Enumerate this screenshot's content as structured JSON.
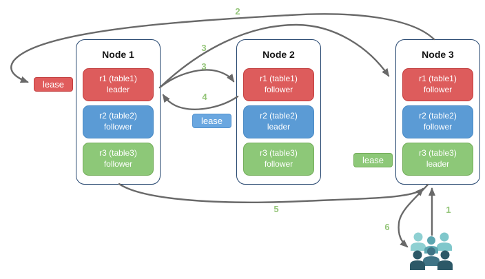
{
  "diagram": {
    "nodes": [
      {
        "title": "Node 1",
        "replicas": [
          {
            "name": "r1 (table1)",
            "role": "leader",
            "color": "#dd5c5c"
          },
          {
            "name": "r2 (table2)",
            "role": "follower",
            "color": "#5b9bd5"
          },
          {
            "name": "r3 (table3)",
            "role": "follower",
            "color": "#8dc878"
          }
        ]
      },
      {
        "title": "Node 2",
        "replicas": [
          {
            "name": "r1 (table1)",
            "role": "follower",
            "color": "#dd5c5c"
          },
          {
            "name": "r2 (table2)",
            "role": "leader",
            "color": "#5b9bd5"
          },
          {
            "name": "r3 (table3)",
            "role": "follower",
            "color": "#8dc878"
          }
        ]
      },
      {
        "title": "Node 3",
        "replicas": [
          {
            "name": "r1 (table1)",
            "role": "follower",
            "color": "#dd5c5c"
          },
          {
            "name": "r2 (table2)",
            "role": "follower",
            "color": "#5b9bd5"
          },
          {
            "name": "r3 (table3)",
            "role": "leader",
            "color": "#8dc878"
          }
        ]
      }
    ],
    "leases": [
      {
        "label": "lease",
        "color": "#e05c5c"
      },
      {
        "label": "lease",
        "color": "#6aa7e0"
      },
      {
        "label": "lease",
        "color": "#8dc878"
      }
    ],
    "arrows": [
      {
        "label": "1",
        "from": "users",
        "to": "node-3"
      },
      {
        "label": "2",
        "from": "node-3",
        "to": "red-lease"
      },
      {
        "label": "3",
        "from": "node-1-r1-leader",
        "to": "node-3-r1-follower"
      },
      {
        "label": "3",
        "from": "node-1-r1-leader",
        "to": "node-2-r1-follower"
      },
      {
        "label": "4",
        "from": "node-2-r1-follower",
        "to": "node-1-r1-leader"
      },
      {
        "label": "5",
        "from": "node-1",
        "to": "node-3"
      },
      {
        "label": "6",
        "from": "node-3",
        "to": "users"
      }
    ],
    "icons": {
      "users": "users-group-icon"
    },
    "colors": {
      "arrow": "#696969",
      "arrow_label": "#94c579",
      "node_border": "#24456e",
      "users_light_teal": "#8ed0d2",
      "users_teal": "#5ca6b0",
      "users_medium_dark": "#3f7486",
      "users_dark_teal": "#2c5867"
    }
  }
}
